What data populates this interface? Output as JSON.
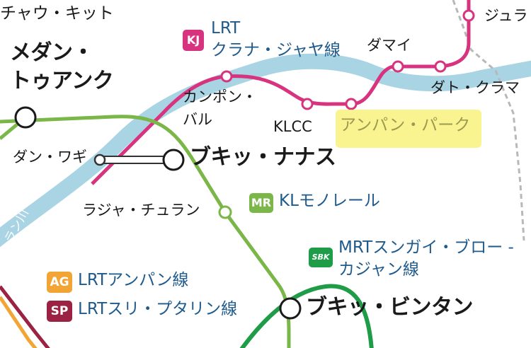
{
  "lines": {
    "kj": {
      "badge": "KJ",
      "name_line1": "LRT",
      "name_line2": "クラナ・ジャヤ線",
      "color": "#d8337f"
    },
    "mr": {
      "badge": "MR",
      "name": "KLモノレール",
      "color": "#7ab648"
    },
    "sbk": {
      "badge": "SBK",
      "name_line1": "MRTスンガイ・ブロー -",
      "name_line2": "カジャン線",
      "color": "#1e9c48"
    },
    "ag": {
      "badge": "AG",
      "name": "LRTアンパン線",
      "color": "#f2a534"
    },
    "sp": {
      "badge": "SP",
      "name": "LRTスリ・プタリン線",
      "color": "#9b2242"
    }
  },
  "stations": {
    "chow_kit": "チャウ・キット",
    "medan_line1": "メダン・",
    "medan_line2": "トゥアンク",
    "kampung_line1": "カンポン・",
    "kampung_line2": "バル",
    "klcc": "KLCC",
    "ampang_park": "アンパン・パーク",
    "damai": "ダマイ",
    "dato_keramat": "ダト・クラマ",
    "jelatek": "ジュラ",
    "dang_wangi": "ダン・ワギ",
    "bukit_nanas": "ブキッ・ナナス",
    "raja_chulan": "ラジャ・チュラン",
    "bukit_bintang": "ブキッ・ビンタン"
  },
  "river": {
    "label": "ラン川",
    "color": "#a9d4e4"
  },
  "highlight_color": "#f9f27c"
}
